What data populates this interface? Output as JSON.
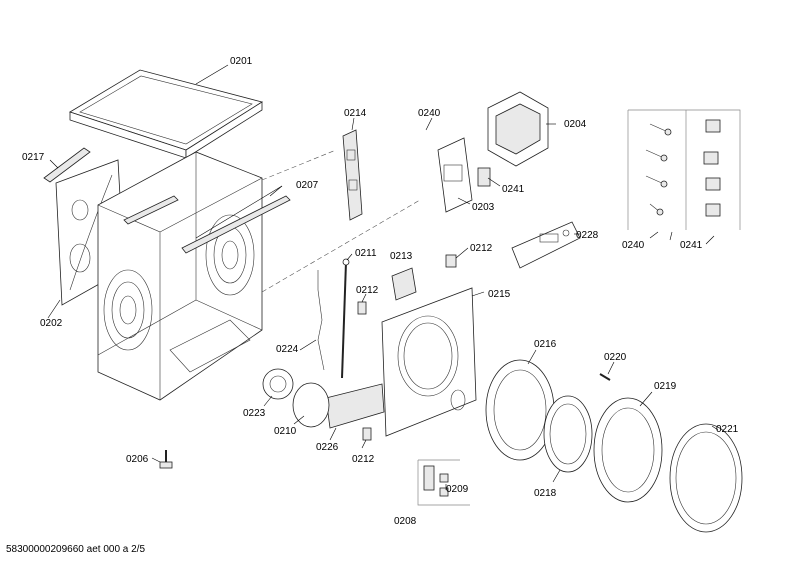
{
  "labels": {
    "p0201": "0201",
    "p0202": "0202",
    "p0203": "0203",
    "p0204": "0204",
    "p0206": "0206",
    "p0207": "0207",
    "p0208": "0208",
    "p0209": "0209",
    "p0210": "0210",
    "p0211": "0211",
    "p0212a": "0212",
    "p0212b": "0212",
    "p0212c": "0212",
    "p0213": "0213",
    "p0214": "0214",
    "p0215": "0215",
    "p0216": "0216",
    "p0217": "0217",
    "p0218": "0218",
    "p0219": "0219",
    "p0220": "0220",
    "p0221": "0221",
    "p0223": "0223",
    "p0224": "0224",
    "p0226": "0226",
    "p0228": "0228",
    "p0240a": "0240",
    "p0240b": "0240",
    "p0241a": "0241",
    "p0241b": "0241"
  },
  "footer": "58300000209660 aet 000 a 2/5"
}
